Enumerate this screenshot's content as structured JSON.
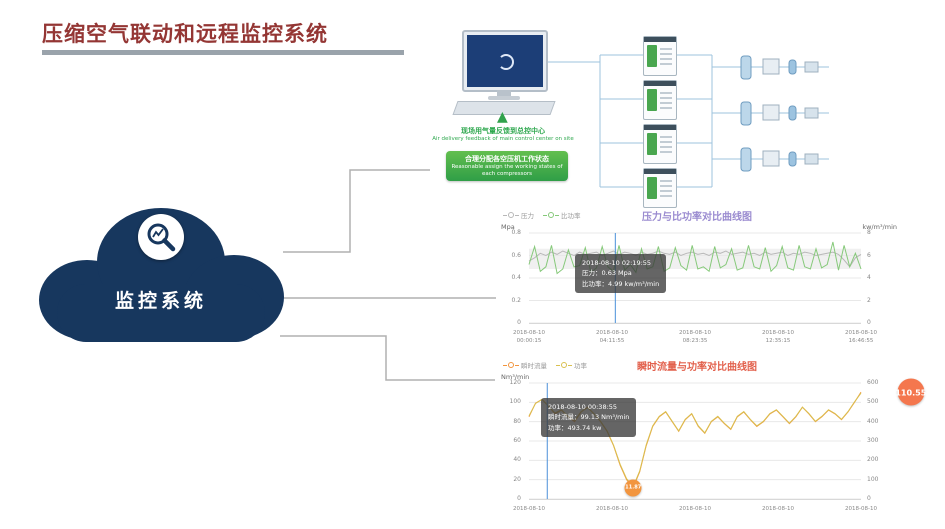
{
  "page": {
    "title": "压缩空气联动和远程监控系统"
  },
  "cloud": {
    "label": "监控系统",
    "color": "#17375e",
    "icon": "magnifier-trend-icon"
  },
  "diagram": {
    "feedback_cn": "现场用气量反馈到总控中心",
    "feedback_en": "Air delivery feedback of main control center on site",
    "assign_cn": "合理分配各空压机工作状态",
    "assign_en": "Reasonable assign the working states of each compressors",
    "accent_green": "#2fa84f"
  },
  "chart_data": [
    {
      "id": "pressure_power",
      "type": "line",
      "title": "压力与比功率对比曲线图",
      "title_color": "#9a8bd0",
      "y_left": {
        "label": "Mpa",
        "min": 0,
        "max": 0.8,
        "ticks": [
          "0.8",
          "0.6",
          "0.4",
          "0.2",
          "0"
        ]
      },
      "y_right": {
        "label": "kw/m³/min",
        "min": 0,
        "max": 8,
        "ticks": [
          "8",
          "6",
          "4",
          "2",
          "0"
        ]
      },
      "x_ticks": [
        [
          "2018-08-10",
          "00:00:15"
        ],
        [
          "2018-08-10",
          "04:11:55"
        ],
        [
          "2018-08-10",
          "08:23:35"
        ],
        [
          "2018-08-10",
          "12:35:15"
        ],
        [
          "2018-08-10",
          "16:46:55"
        ]
      ],
      "band": {
        "axis": "left",
        "from": 0.48,
        "to": 0.66,
        "color": "#e3e3e3"
      },
      "marker_line_x": 0.26,
      "tooltip": {
        "lines": [
          "2018-08-10 02:19:55",
          "压力：0.63 Mpa",
          "比功率：4.99 kw/m³/min"
        ]
      },
      "series": [
        {
          "name": "压力",
          "axis": "left",
          "color": "#b8b8b8",
          "values": [
            0.55,
            0.58,
            0.62,
            0.6,
            0.63,
            0.61,
            0.64,
            0.62,
            0.6,
            0.63,
            0.61,
            0.62,
            0.63,
            0.6,
            0.62,
            0.64,
            0.61,
            0.63,
            0.62,
            0.6,
            0.63,
            0.61,
            0.62,
            0.64,
            0.62,
            0.61,
            0.63,
            0.6,
            0.62,
            0.63,
            0.61,
            0.62,
            0.6,
            0.63,
            0.62,
            0.64,
            0.61,
            0.62,
            0.63,
            0.61,
            0.62,
            0.6,
            0.63,
            0.61,
            0.62,
            0.63,
            0.6,
            0.62,
            0.61,
            0.63,
            0.62,
            0.6,
            0.61,
            0.62,
            0.63,
            0.61,
            0.56,
            0.5,
            0.58,
            0.61
          ]
        },
        {
          "name": "比功率",
          "axis": "right",
          "color": "#86c97a",
          "values": [
            5.2,
            6.8,
            4.6,
            5.0,
            6.9,
            4.4,
            4.8,
            6.5,
            4.99,
            5.1,
            6.7,
            4.5,
            4.9,
            6.8,
            5.0,
            4.6,
            6.9,
            4.7,
            5.2,
            4.5,
            6.6,
            4.8,
            5.0,
            6.8,
            4.6,
            4.9,
            6.7,
            5.1,
            4.7,
            6.9,
            4.8,
            5.0,
            4.6,
            6.8,
            4.9,
            5.2,
            6.6,
            4.7,
            4.9,
            6.9,
            5.0,
            4.8,
            6.7,
            4.6,
            5.1,
            6.8,
            4.9,
            4.7,
            6.9,
            5.0,
            4.8,
            6.6,
            4.9,
            5.2,
            7.2,
            4.7,
            6.9,
            5.0,
            6.2,
            4.8
          ]
        }
      ]
    },
    {
      "id": "flow_power",
      "type": "line",
      "title": "瞬时流量与功率对比曲线图",
      "title_color": "#e2604c",
      "y_left": {
        "label": "Nm³/min",
        "min": 0,
        "max": 120,
        "ticks": [
          "120",
          "100",
          "80",
          "60",
          "40",
          "20",
          "0"
        ]
      },
      "y_right": {
        "label": "",
        "min": 0,
        "max": 600,
        "ticks": [
          "600",
          "500",
          "400",
          "300",
          "200",
          "100",
          "0"
        ]
      },
      "x_ticks": [
        [
          "2018-08-10"
        ],
        [
          "2018-08-10"
        ],
        [
          "2018-08-10"
        ],
        [
          "2018-08-10"
        ],
        [
          "2018-08-10"
        ]
      ],
      "marker_line_x": 0.055,
      "tooltip": {
        "lines": [
          "2018-08-10 00:38:55",
          "瞬时流量：99.13 Nm³/min",
          "功率：493.74 kw"
        ]
      },
      "point_labels": [
        {
          "text": "11.87",
          "x": 0.314,
          "value": 11.87,
          "axis": "left",
          "color": "#f2953f",
          "size": 17
        },
        {
          "text": "110.55",
          "x": 1.15,
          "value": 110.55,
          "axis": "left",
          "color": "#f4774e",
          "size": 27
        }
      ],
      "series": [
        {
          "name": "瞬时流量",
          "axis": "left",
          "color": "#f2953f",
          "values": [
            85,
            99.13,
            103,
            96,
            88,
            92,
            85,
            80,
            90,
            95,
            88,
            80,
            70,
            55,
            35,
            20,
            11.87,
            28,
            55,
            75,
            85,
            90,
            80,
            70,
            82,
            88,
            75,
            68,
            80,
            85,
            78,
            72,
            85,
            90,
            82,
            75,
            80,
            88,
            92,
            85,
            78,
            85,
            95,
            88,
            80,
            85,
            92,
            88,
            82,
            90,
            100,
            110.55
          ]
        },
        {
          "name": "功率",
          "axis": "right",
          "color": "#d9c04f",
          "values": [
            430,
            493.74,
            515,
            480,
            445,
            462,
            428,
            405,
            452,
            472,
            440,
            402,
            352,
            278,
            180,
            105,
            65,
            145,
            280,
            378,
            428,
            452,
            402,
            352,
            412,
            442,
            378,
            342,
            402,
            428,
            392,
            362,
            428,
            452,
            412,
            378,
            402,
            442,
            462,
            428,
            392,
            428,
            475,
            442,
            402,
            428,
            462,
            442,
            412,
            452,
            502,
            548
          ]
        }
      ]
    }
  ]
}
